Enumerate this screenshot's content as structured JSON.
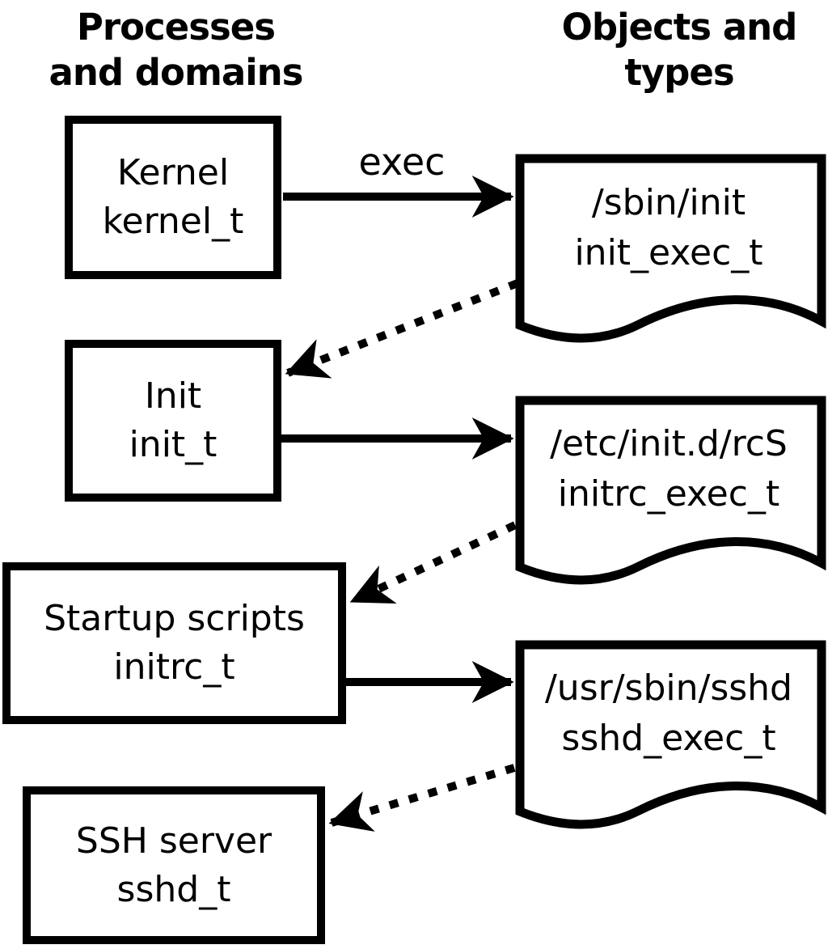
{
  "headers": {
    "left": {
      "line1": "Processes",
      "line2": "and domains"
    },
    "right": {
      "line1": "Objects and",
      "line2": "types"
    }
  },
  "process_nodes": [
    {
      "name": "Kernel",
      "domain": "kernel_t"
    },
    {
      "name": "Init",
      "domain": "init_t"
    },
    {
      "name": "Startup scripts",
      "domain": "initrc_t"
    },
    {
      "name": "SSH server",
      "domain": "sshd_t"
    }
  ],
  "object_nodes": [
    {
      "path": "/sbin/init",
      "type": "init_exec_t"
    },
    {
      "path": "/etc/init.d/rcS",
      "type": "initrc_exec_t"
    },
    {
      "path": "/usr/sbin/sshd",
      "type": "sshd_exec_t"
    }
  ],
  "edges": {
    "solid": [
      {
        "from": "Kernel (kernel_t)",
        "to": "/sbin/init (init_exec_t)",
        "label": "exec"
      },
      {
        "from": "Init (init_t)",
        "to": "/etc/init.d/rcS (initrc_exec_t)"
      },
      {
        "from": "Startup scripts (initrc_t)",
        "to": "/usr/sbin/sshd (sshd_exec_t)"
      }
    ],
    "dotted": [
      {
        "from": "/sbin/init (init_exec_t)",
        "to": "Init (init_t)"
      },
      {
        "from": "/etc/init.d/rcS (initrc_exec_t)",
        "to": "Startup scripts (initrc_t)"
      },
      {
        "from": "/usr/sbin/sshd (sshd_exec_t)",
        "to": "SSH server (sshd_t)"
      }
    ]
  },
  "colors": {
    "stroke": "#000000",
    "background": "#ffffff"
  }
}
